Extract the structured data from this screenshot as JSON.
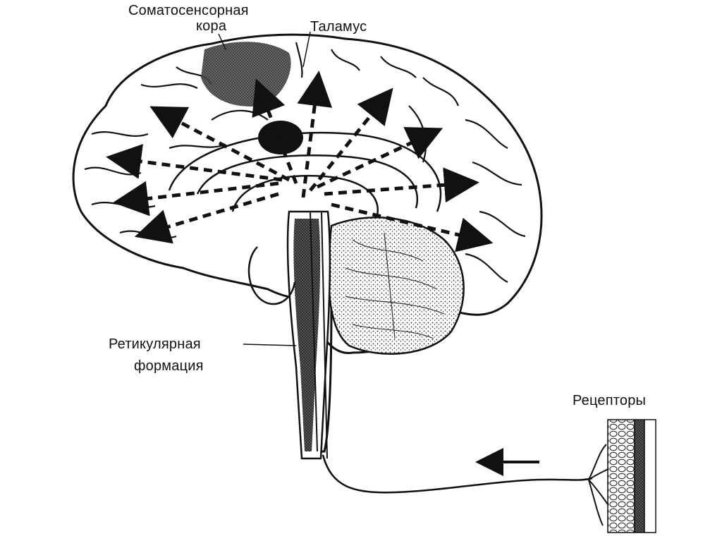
{
  "labels": {
    "cortex_line1": "Соматосенсорная",
    "cortex_line2": "кора",
    "thalamus": "Таламус",
    "reticular_line1": "Ретикулярная",
    "reticular_line2": "формация",
    "receptors": "Рецепторы"
  },
  "colors": {
    "ink": "#111111",
    "background": "#ffffff"
  }
}
